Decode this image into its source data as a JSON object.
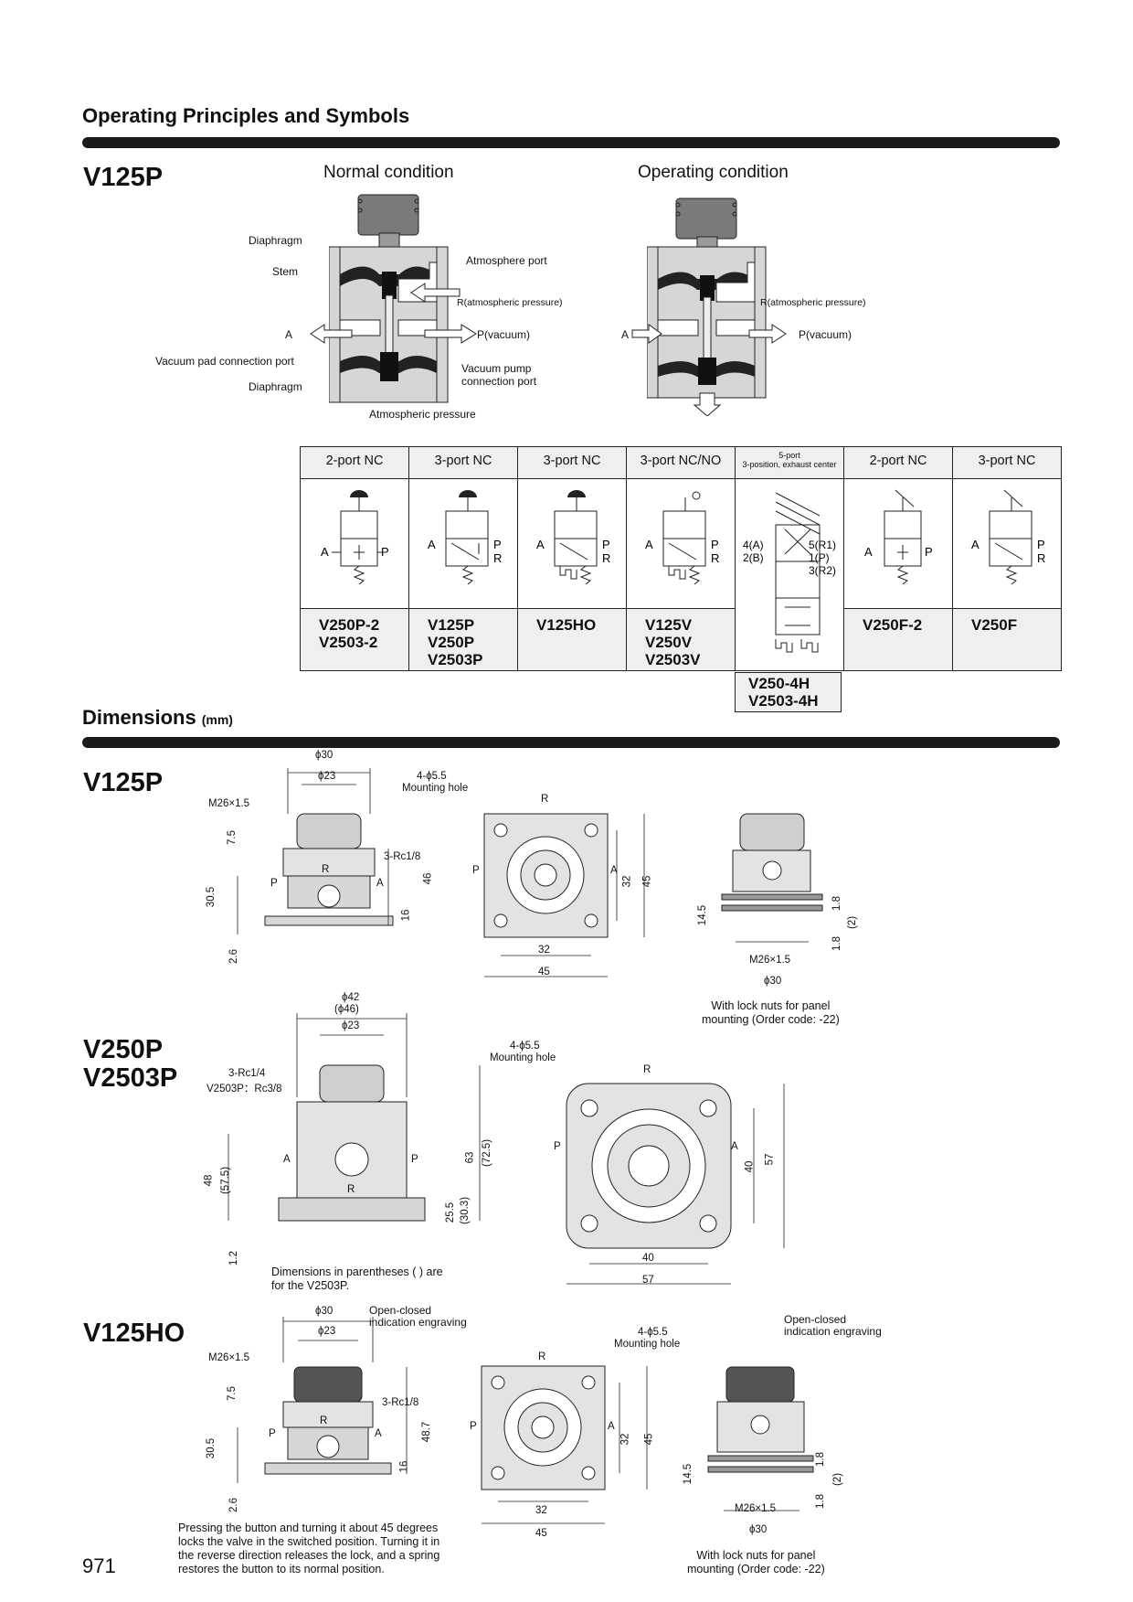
{
  "sections": {
    "operating": "Operating Principles and Symbols",
    "dimensions": "Dimensions",
    "dimensions_unit": "(mm)"
  },
  "principles": {
    "model": "V125P",
    "normal": "Normal condition",
    "operating": "Operating condition",
    "labels": {
      "diaphragm_top": "Diaphragm",
      "stem": "Stem",
      "atmosphere_port": "Atmosphere port",
      "r_atm": "R(atmospheric pressure)",
      "a": "A",
      "p_vac": "P(vacuum)",
      "vacuum_pad": "Vacuum pad connection port",
      "vacuum_pump": "Vacuum pump\nconnection port",
      "diaphragm_bottom": "Diaphragm",
      "atm_pressure": "Atmospheric pressure"
    }
  },
  "symbols_table": {
    "headers": [
      "2-port NC",
      "3-port NC",
      "3-port NC",
      "3-port NC/NO",
      "5-port\n3-position, exhaust center",
      "2-port NC",
      "3-port NC"
    ],
    "models": [
      [
        "V250P-2",
        "V2503-2"
      ],
      [
        "V125P",
        "V250P",
        "V2503P"
      ],
      [
        "V125HO"
      ],
      [
        "V125V",
        "V250V",
        "V2503V"
      ],
      [
        "V250-4H",
        "V2503-4H"
      ],
      [
        "V250F-2"
      ],
      [
        "V250F"
      ]
    ],
    "port_labels": {
      "a": "A",
      "p": "P",
      "r": "R",
      "p4a": "4(A)",
      "p2b": "2(B)",
      "p5r1": "5(R1)",
      "p1p": "1(P)",
      "p3r2": "3(R2)"
    }
  },
  "dims": {
    "v125p": {
      "model": "V125P",
      "phi30": "ϕ30",
      "phi23": "ϕ23",
      "m26": "M26×1.5",
      "d7_5": "7.5",
      "rc": "3-Rc1/8",
      "d30_5": "30.5",
      "d46": "46",
      "d16": "16",
      "d2_6": "2.6",
      "p": "P",
      "r": "R",
      "a": "A",
      "hole": "4-ϕ5.5",
      "hole_lbl": "Mounting hole",
      "d32": "32",
      "d45": "45",
      "d14_5": "14.5",
      "d1_8": "1.8",
      "d2": "(2)",
      "lock_note": "With lock nuts for panel\nmounting (Order code: -22)"
    },
    "v250p": {
      "model1": "V250P",
      "model2": "V2503P",
      "phi42": "ϕ42",
      "phi46": "(ϕ46)",
      "phi23": "ϕ23",
      "rc1": "3-Rc1/4",
      "rc2": "V2503P：Rc3/8",
      "d48": "48",
      "d57_5": "(57.5)",
      "d63": "63",
      "d72_5": "(72.5)",
      "d25_5": "25.5",
      "d30_3": "(30.3)",
      "d1_2": "1.2",
      "hole": "4-ϕ5.5",
      "hole_lbl": "Mounting hole",
      "d40": "40",
      "d57": "57",
      "note": "Dimensions in parentheses ( ) are\nfor the V2503P."
    },
    "v125ho": {
      "model": "V125HO",
      "engraving": "Open-closed\nindication engraving",
      "d48_7": "48.7",
      "note": "Pressing the button and turning it about 45 degrees\nlocks the valve in the switched position. Turning it in\nthe reverse direction releases the lock, and a spring\nrestores the button to its normal position."
    }
  },
  "page_number": "971"
}
